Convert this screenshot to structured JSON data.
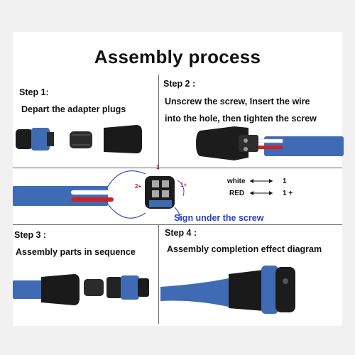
{
  "title": "Assembly process",
  "step1": {
    "label": "Step 1:",
    "desc": "Depart the  adapter plugs"
  },
  "step2": {
    "label": "Step 2 :",
    "desc_line1": "Unscrew the screw, Insert the wire",
    "desc_line2": "into the hole,   then  tighten the screw"
  },
  "step3": {
    "label": "Step 3 :",
    "desc": "Assembly parts in sequence"
  },
  "step4": {
    "label": "Step 4 :",
    "desc": "Assembly completion effect diagram"
  },
  "wiring": {
    "legend_white": "white",
    "legend_white_target": "1",
    "legend_red": "RED",
    "legend_red_target": "1 +",
    "terminal_top": "1",
    "terminal_left": "2+",
    "terminal_right": "1+",
    "note": "Sign under the screw"
  },
  "colors": {
    "cable_blue": "#3f6bb5",
    "note_blue": "#2a3fd0",
    "red_label": "#d12020",
    "connector_black": "#1a1a1a"
  }
}
